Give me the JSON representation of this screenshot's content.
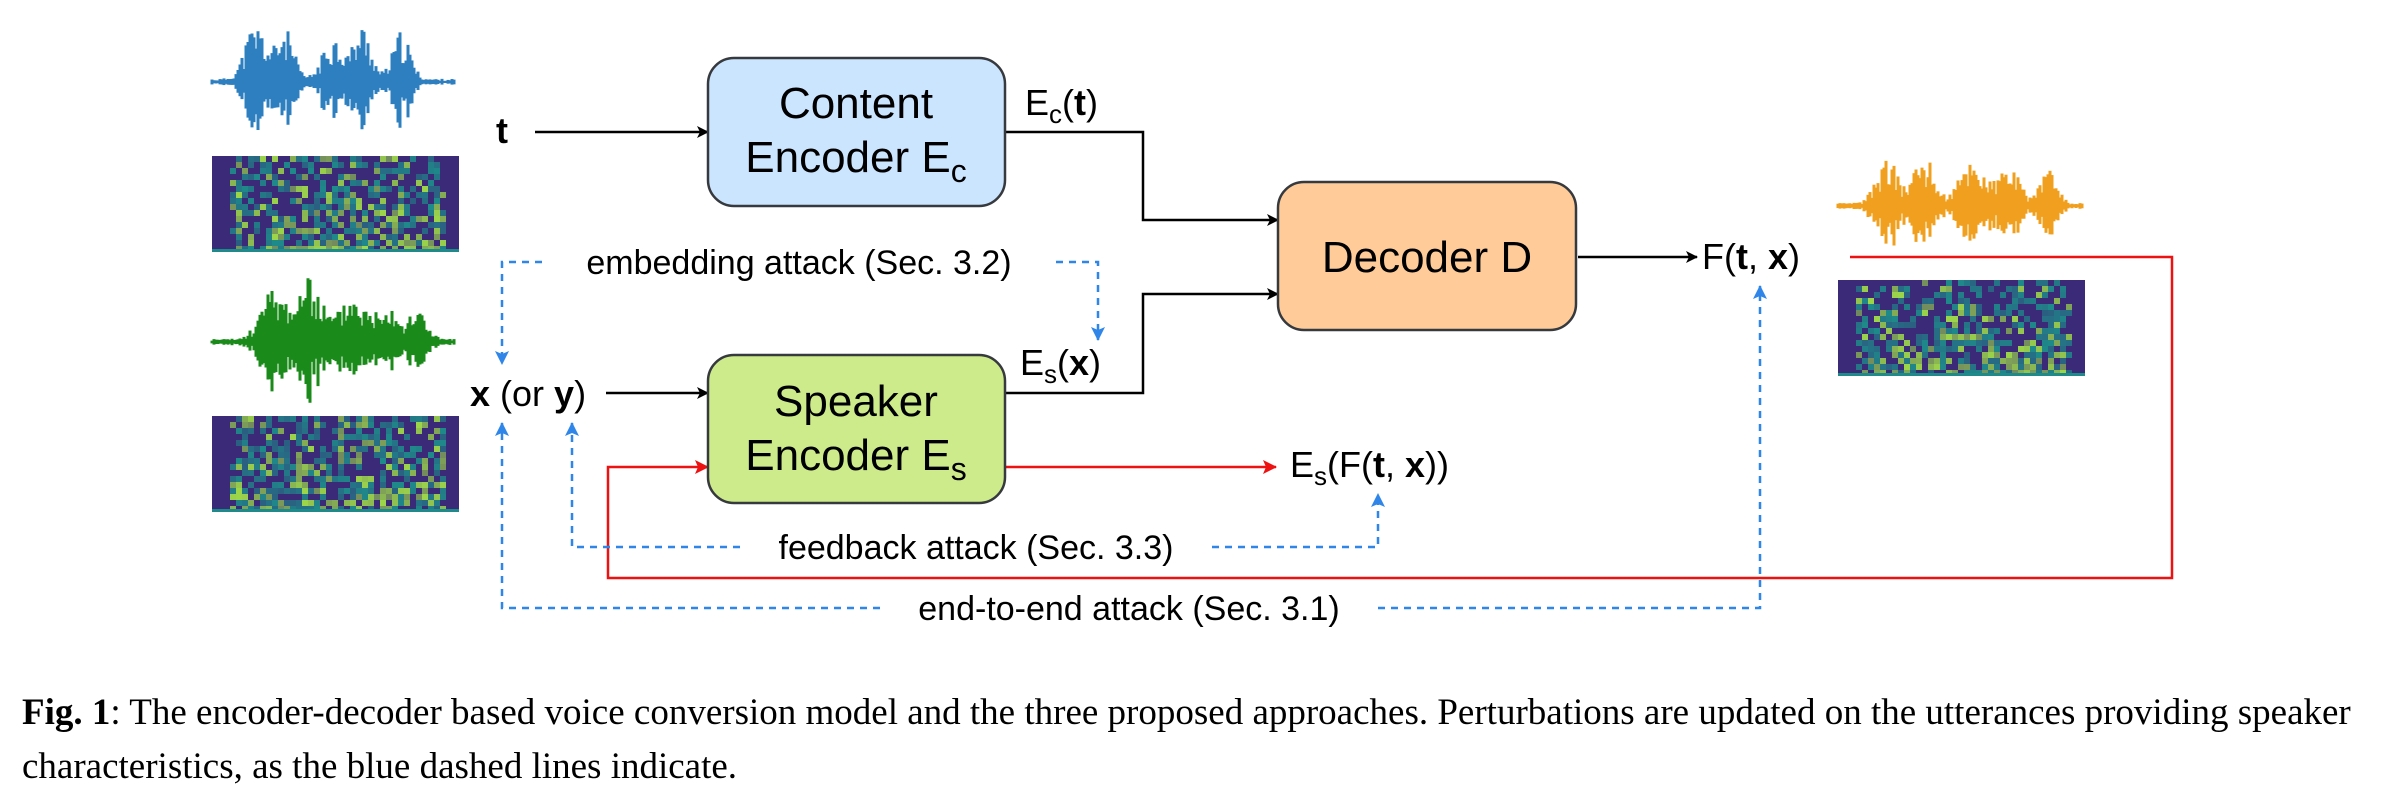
{
  "nodes": {
    "content_encoder": {
      "line1": "Content",
      "line2": "Encoder E",
      "sub": "c",
      "fill": "#cce5ff",
      "stroke": "#36393d"
    },
    "speaker_encoder": {
      "line1": "Speaker",
      "line2": "Encoder E",
      "sub": "s",
      "fill": "#cdeb8b",
      "stroke": "#36393d"
    },
    "decoder": {
      "label": "Decoder D",
      "fill": "#ffcc99",
      "stroke": "#36393d"
    }
  },
  "labels": {
    "t": "t",
    "x_or_y": {
      "x": "x",
      "mid": " (or ",
      "y": "y",
      "end": ")"
    },
    "ec_t": {
      "E": "E",
      "sub": "c",
      "open": "(",
      "t": "t",
      "close": ")"
    },
    "es_x": {
      "E": "E",
      "sub": "s",
      "open": "(",
      "x": "x",
      "close": ")"
    },
    "f_tx": {
      "F": "F(",
      "t": "t",
      "comma": ", ",
      "x": "x",
      "close": ")"
    },
    "es_f": {
      "E": "E",
      "sub": "s",
      "open": "(F(",
      "t": "t",
      "comma": ", ",
      "x": "x",
      "close": "))"
    }
  },
  "attacks": {
    "embedding": "embedding attack (Sec. 3.2)",
    "feedback": "feedback attack (Sec. 3.3)",
    "end_to_end": "end-to-end attack (Sec. 3.1)"
  },
  "caption": {
    "label": "Fig. 1",
    "text": ": The encoder-decoder based voice conversion model and the three proposed approaches. Perturbations are updated on the utterances providing speaker characteristics, as the blue dashed lines indicate."
  },
  "colors": {
    "solid_arrow": "#000000",
    "feedback_red": "#ee1111",
    "dashed_blue": "#2f86e8",
    "waveform_t": "#2e7fc0",
    "waveform_x": "#1a8a1a",
    "waveform_out": "#f0a01e",
    "spectrogram_dark": "#3b2a78",
    "spectrogram_mid": "#1f8a8a",
    "spectrogram_bright": "#9ed84a"
  }
}
